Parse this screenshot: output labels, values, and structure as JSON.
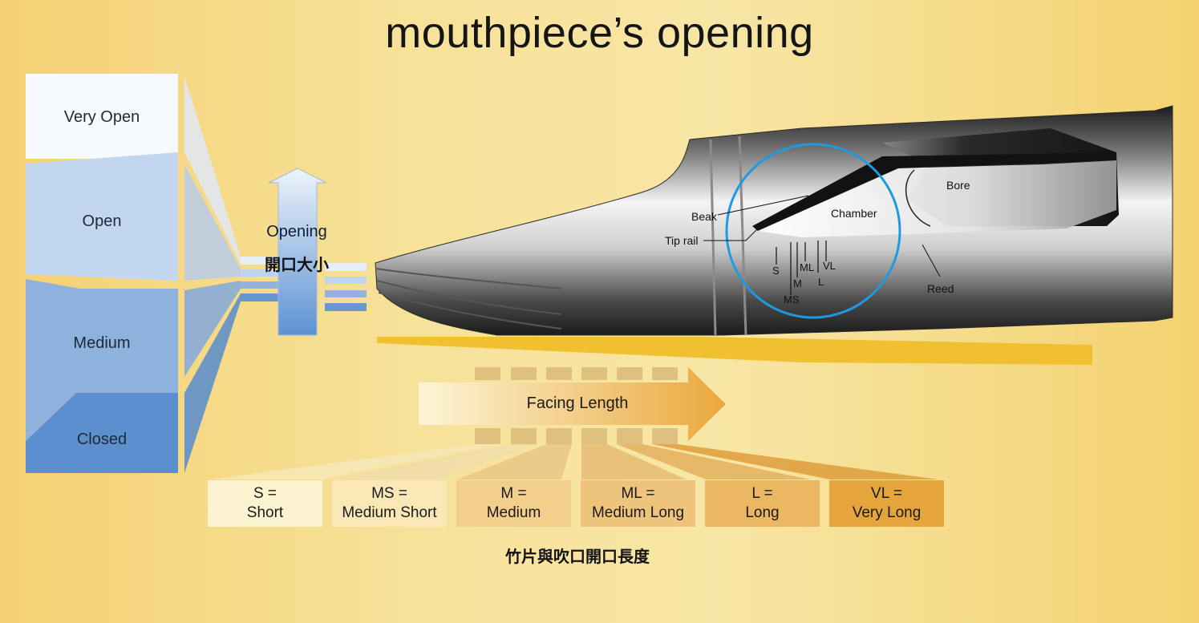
{
  "title": "mouthpiece’s opening",
  "opening_levels": [
    "Very Open",
    "Open",
    "Medium",
    "Closed"
  ],
  "opening_arrow": {
    "label_en": "Opening",
    "label_zh": "開口大小"
  },
  "parts": {
    "beak": "Beak",
    "tip_rail": "Tip rail",
    "chamber": "Chamber",
    "bore": "Bore",
    "reed": "Reed"
  },
  "facing_ticks": [
    "S",
    "MS",
    "M",
    "ML",
    "L",
    "VL"
  ],
  "facing_arrow_label": "Facing Length",
  "facing_lengths": [
    {
      "code": "S =",
      "name": "Short"
    },
    {
      "code": "MS =",
      "name": "Medium Short"
    },
    {
      "code": "M =",
      "name": "Medium"
    },
    {
      "code": "ML =",
      "name": "Medium Long"
    },
    {
      "code": "L =",
      "name": "Long"
    },
    {
      "code": "VL =",
      "name": "Very Long"
    }
  ],
  "caption": "竹片與吹口開口長度",
  "colors": {
    "level_colors": [
      "#f6f9fd",
      "#c3d6ef",
      "#8fb1de",
      "#5c8fcd"
    ],
    "length_colors": [
      "#fbf2cf",
      "#f9e7b6",
      "#f2cf8a",
      "#eec47c",
      "#ebb763",
      "#e6a43c"
    ],
    "highlight_circle": "#1e9be0"
  }
}
